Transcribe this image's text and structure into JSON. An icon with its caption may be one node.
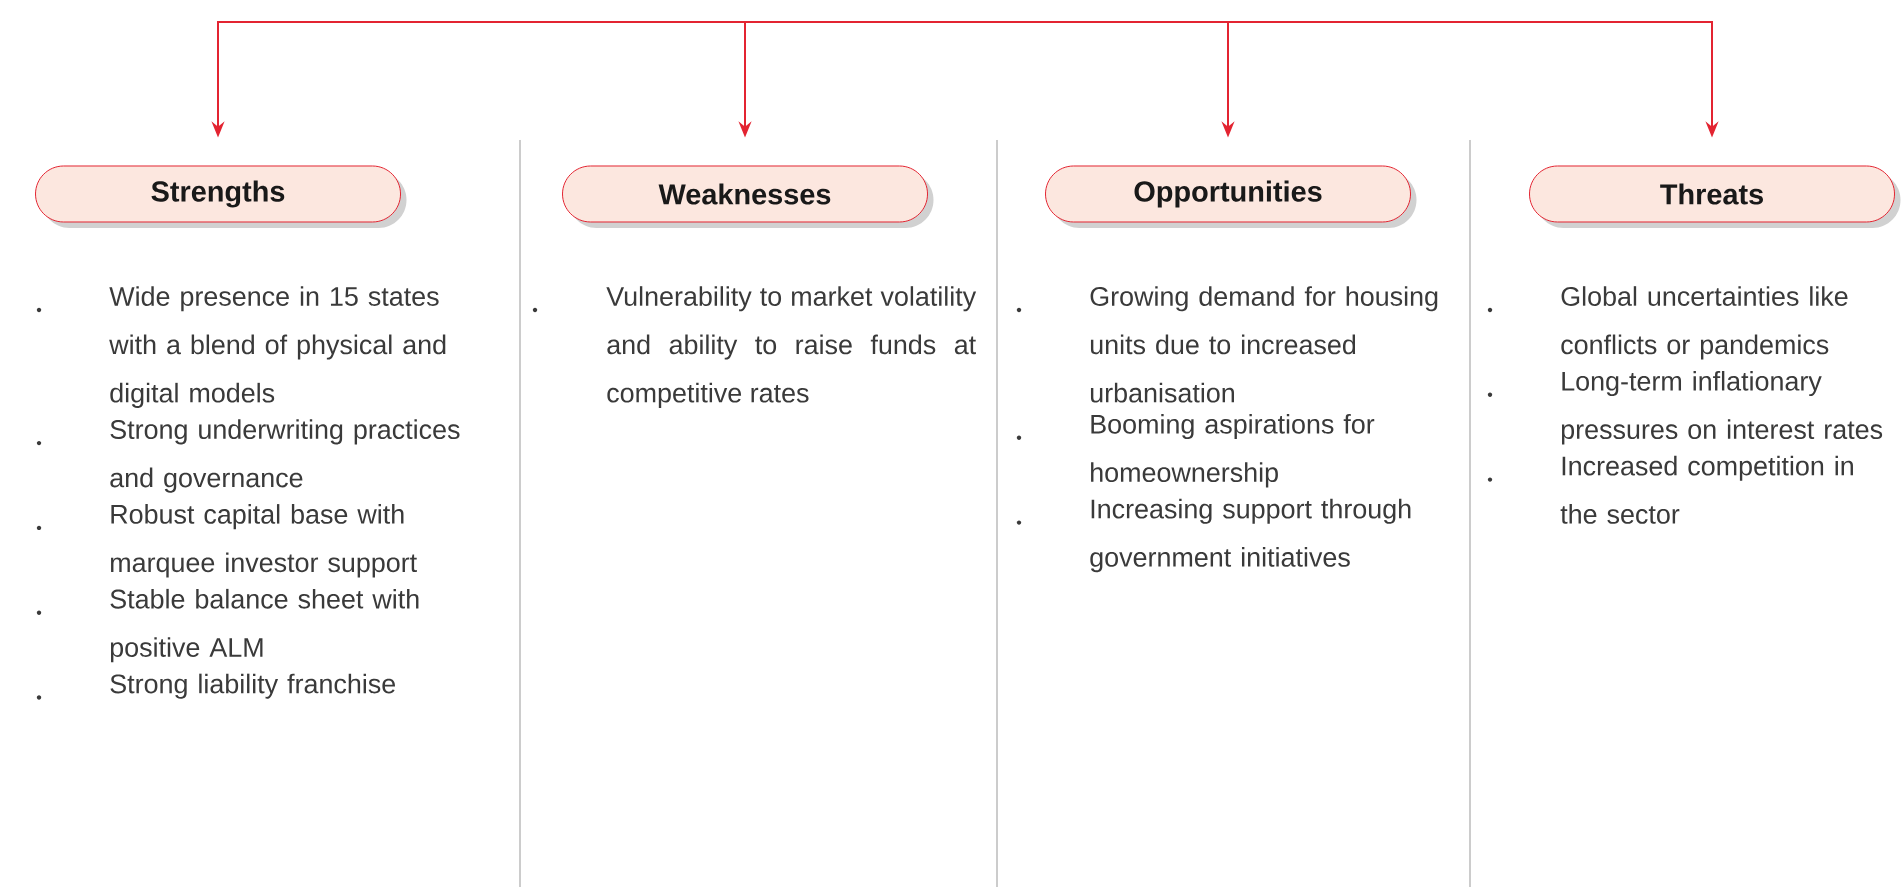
{
  "diagram": {
    "nodes": [
      {
        "text": [
          "Strengths"
        ],
        "beside": [
          "Wide presence in 15 states with a blend of physical and digital models",
          "Strong underwriting practices and governance",
          "Robust capital base with marquee investor support",
          "Stable balance sheet with positive ALM",
          "Strong liability franchise"
        ]
      },
      {
        "text": [
          "Weaknesses"
        ],
        "beside": [
          "Vulnerability to market volatility and ability to raise funds at competitive rates"
        ]
      },
      {
        "text": [
          "Opportunities"
        ],
        "beside": [
          "Growing demand for housing units due to increased urbanisation",
          "Booming aspirations for homeownership",
          "Increasing support through government initiatives"
        ]
      },
      {
        "text": [
          "Threats"
        ],
        "beside": [
          "Global uncertainties like conflicts or pandemics",
          "Long-term inflationary pressures on interest rates",
          "Increased competition in the sector"
        ]
      }
    ],
    "edges": [
      {
        "from": null,
        "to": 0,
        "arrow": "to"
      },
      {
        "from": null,
        "to": 1,
        "arrow": "to"
      },
      {
        "from": null,
        "to": 2,
        "arrow": "to"
      },
      {
        "from": null,
        "to": 3,
        "arrow": "to"
      }
    ]
  }
}
